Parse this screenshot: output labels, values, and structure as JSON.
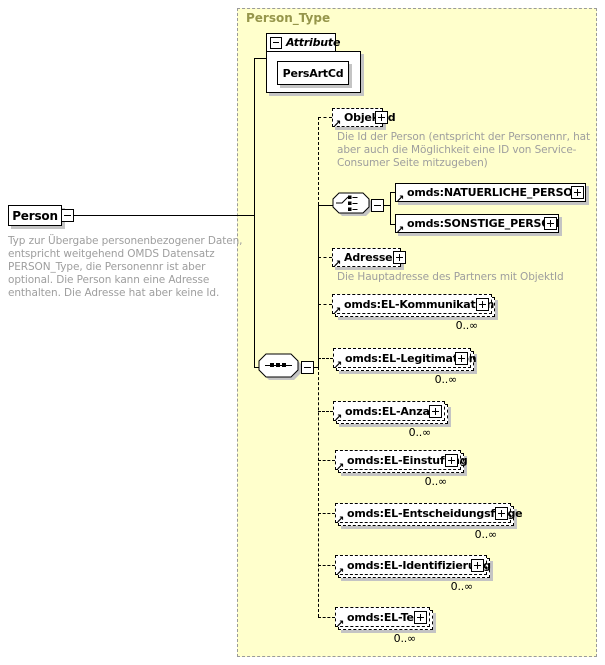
{
  "icons": {
    "reference": "↗"
  },
  "root_element": {
    "name": "Person",
    "annotation": "Typ zur Übergabe personenbezogener Daten, entspricht weitgehend OMDS Datensatz PERSON_Type, die Personennr ist aber optional. Die Person kann eine Adresse enthalten. Die Adresse hat aber keine Id."
  },
  "type": {
    "title": "Person_Type",
    "attribute_section": {
      "label": "Attribute",
      "attributes": [
        {
          "name": "PersArtCd"
        }
      ]
    },
    "children": [
      {
        "name": "ObjektId",
        "annotation": "Die Id der Person (entspricht der Personennr, hat aber auch die Möglichkeit eine ID von Service-Consumer Seite mitzugeben)"
      },
      {
        "choice_options": [
          {
            "name": "omds:NATUERLICHE_PERSON"
          },
          {
            "name": "omds:SONSTIGE_PERSON"
          }
        ]
      },
      {
        "name": "Adresse",
        "annotation": "Die Hauptadresse des Partners mit ObjektId"
      },
      {
        "name": "omds:EL-Kommunikation",
        "occurrence": "0..∞"
      },
      {
        "name": "omds:EL-Legitimation",
        "occurrence": "0..∞"
      },
      {
        "name": "omds:EL-Anzahl",
        "occurrence": "0..∞"
      },
      {
        "name": "omds:EL-Einstufung",
        "occurrence": "0..∞"
      },
      {
        "name": "omds:EL-Entscheidungsfrage",
        "occurrence": "0..∞"
      },
      {
        "name": "omds:EL-Identifizierung",
        "occurrence": "0..∞"
      },
      {
        "name": "omds:EL-Text",
        "occurrence": "0..∞"
      }
    ]
  }
}
